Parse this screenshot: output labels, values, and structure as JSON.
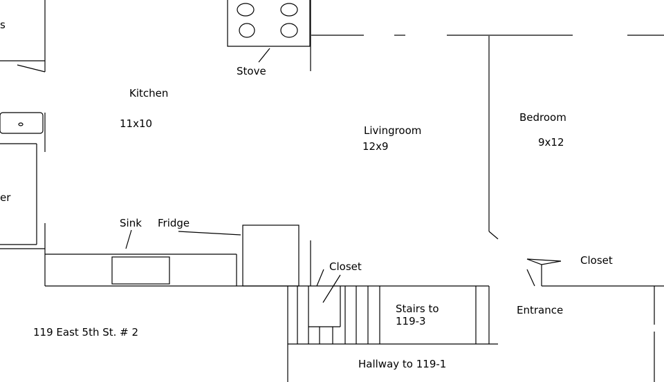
{
  "labels": {
    "kitchen": "Kitchen",
    "kitchen_size": "11x10",
    "stove": "Stove",
    "livingroom": "Livingroom",
    "livingroom_size": "12x9",
    "bedroom": "Bedroom",
    "bedroom_size": "9x12",
    "sink": "Sink",
    "fridge": "Fridge",
    "closet_left": "Closet",
    "closet_right": "Closet",
    "stairs_line1": "Stairs to",
    "stairs_line2": "119-3",
    "entrance": "Entrance",
    "address": "119 East 5th St. # 2",
    "hallway": "Hallway to 119-1",
    "cut_left_top": "s",
    "cut_left_mid": "er"
  },
  "colors": {
    "line": "#000000",
    "background": "#ffffff"
  }
}
